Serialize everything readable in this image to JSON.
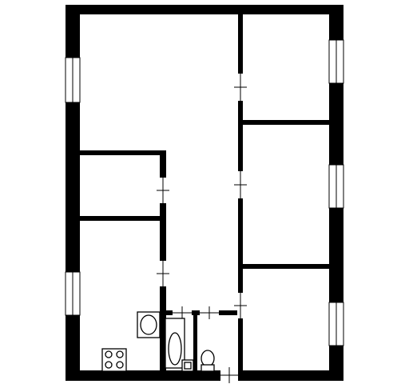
{
  "plan": {
    "palette": {
      "wall": "#000000",
      "floor": "#ffffff"
    },
    "rooms": [
      "living-room",
      "bedroom-top-right",
      "bedroom-middle-right",
      "bedroom-bottom-right",
      "small-room-left",
      "kitchen",
      "bathroom",
      "toilet",
      "corridor"
    ],
    "fixtures": [
      "stove-icon",
      "sink-icon",
      "bathtub-icon",
      "washbasin-icon",
      "toilet-icon"
    ],
    "windows": 5,
    "doors": 9
  }
}
